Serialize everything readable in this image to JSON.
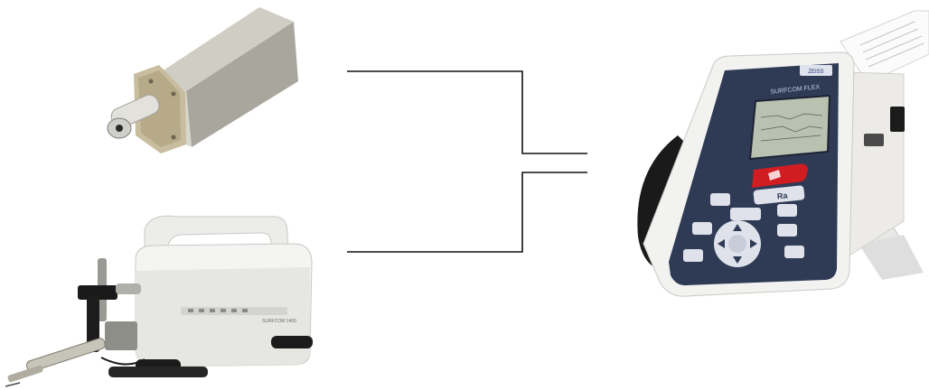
{
  "scene": {
    "components": [
      {
        "name": "drive-unit-cylinder",
        "kind": "photo"
      },
      {
        "name": "portable-tracer-unit",
        "kind": "photo"
      },
      {
        "name": "handheld-surface-tester",
        "kind": "photo"
      }
    ],
    "device_labels": {
      "brand": "ZEISS",
      "model": "SURFCOM FLEX",
      "tracer_model": "SURFCOM 1400",
      "parameter": "Ra"
    },
    "colors": {
      "connector_lines": "#111111",
      "device_body": "#f2f2f0",
      "device_panel": "#2f3b55",
      "screen": "#b9c1b0",
      "accent_red": "#d11c22",
      "metal": "#b9b7ad",
      "rubber": "#1b1b1b"
    }
  }
}
